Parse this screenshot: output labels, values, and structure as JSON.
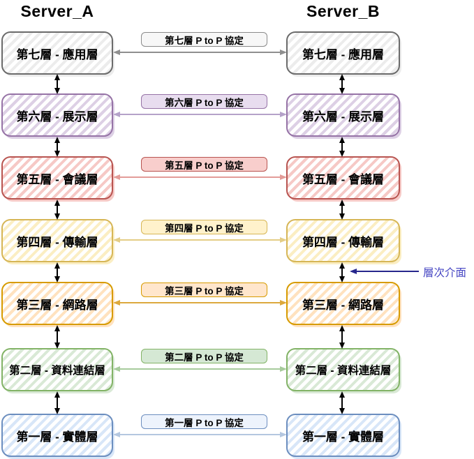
{
  "titles": {
    "server_a": "Server_A",
    "server_b": "Server_B"
  },
  "layers": [
    {
      "id": "layer-7",
      "box_label": "第七層 - 應用層",
      "protocol_label": "第七層 P to P 協定",
      "colors": {
        "border": "#6b6b6b",
        "stripe": "#ececec",
        "pill_bg": "#f7f7f7",
        "pill_border": "#8a8a8a",
        "arrow": "#8f8f8f"
      }
    },
    {
      "id": "layer-6",
      "box_label": "第六層 - 展示層",
      "protocol_label": "第六層 P to P 協定",
      "colors": {
        "border": "#9673a6",
        "stripe": "#ddd0e5",
        "pill_bg": "#e8ddef",
        "pill_border": "#9673a6",
        "arrow": "#b5a2c9"
      }
    },
    {
      "id": "layer-5",
      "box_label": "第五層 - 會議層",
      "protocol_label": "第五層 P to P 協定",
      "colors": {
        "border": "#b85450",
        "stripe": "#f6c9c6",
        "pill_bg": "#f8cecc",
        "pill_border": "#b85450",
        "arrow": "#e39c98"
      }
    },
    {
      "id": "layer-4",
      "box_label": "第四層 - 傳輸層",
      "protocol_label": "第四層 P to P 協定",
      "colors": {
        "border": "#d6b656",
        "stripe": "#fbeec3",
        "pill_bg": "#fff2cc",
        "pill_border": "#d6b656",
        "arrow": "#e4cd86"
      }
    },
    {
      "id": "layer-3",
      "box_label": "第三層 - 網路層",
      "protocol_label": "第三層 P to P 協定",
      "colors": {
        "border": "#d79b00",
        "stripe": "#ffe2bf",
        "pill_bg": "#ffe6cc",
        "pill_border": "#d79b00",
        "arrow": "#dca83d"
      }
    },
    {
      "id": "layer-2",
      "box_label": "第二層 - 資料連結層",
      "protocol_label": "第二層 P to P 協定",
      "colors": {
        "border": "#82b366",
        "stripe": "#d9e9d6",
        "pill_bg": "#d5e8d4",
        "pill_border": "#82b366",
        "arrow": "#a7cb9c"
      }
    },
    {
      "id": "layer-1",
      "box_label": "第一層 - 實體層",
      "protocol_label": "第一層 P to P 協定",
      "colors": {
        "border": "#6c8ebf",
        "stripe": "#d8e6f8",
        "pill_bg": "#edf3fc",
        "pill_border": "#6c8ebf",
        "arrow": "#b4c7e0"
      }
    }
  ],
  "interlayer_arrow_color": "#000000",
  "annotation": {
    "label": "層次介面",
    "text_color": "#4646c3",
    "arrow_color": "#26268c"
  }
}
